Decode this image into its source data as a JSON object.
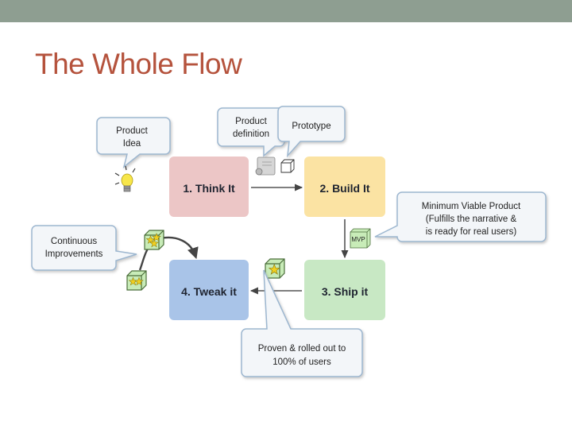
{
  "header": {
    "title": "The Whole Flow"
  },
  "steps": {
    "think": {
      "label": "1. Think It",
      "color": "#ecc6c6"
    },
    "build": {
      "label": "2. Build It",
      "color": "#fbe3a3"
    },
    "ship": {
      "label": "3. Ship it",
      "color": "#c8e8c4"
    },
    "tweak": {
      "label": "4. Tweak it",
      "color": "#a9c4e8"
    }
  },
  "callouts": {
    "product_idea": [
      "Product",
      "Idea"
    ],
    "product_definition": [
      "Product",
      "definition"
    ],
    "prototype": [
      "Prototype"
    ],
    "mvp_description": [
      "Minimum Viable Product",
      "(Fulfills the narrative &",
      "is ready for real users)"
    ],
    "continuous_improvements": [
      "Continuous",
      "Improvements"
    ],
    "proven": [
      "Proven & rolled out to",
      "100% of users"
    ]
  },
  "badges": {
    "mvp": "MVP"
  },
  "colors": {
    "title": "#b5533d",
    "topbar": "#8e9e91",
    "bubble_border": "#9db7d0",
    "cube": "#c8ecb8"
  },
  "icons": [
    "lightbulb-icon",
    "scroll-icon",
    "cube-icon",
    "star-icon"
  ]
}
